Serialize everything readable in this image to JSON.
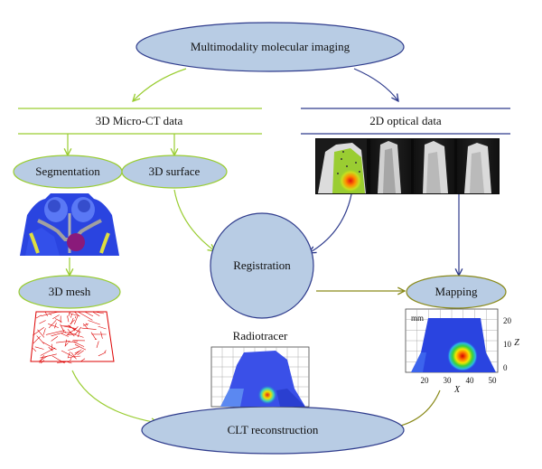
{
  "nodes": {
    "top": "Multimodality molecular imaging",
    "micro_ct": "3D Micro-CT data",
    "optical": "2D optical data",
    "segmentation": "Segmentation",
    "surface": "3D surface",
    "registration": "Registration",
    "mesh": "3D mesh",
    "mapping": "Mapping",
    "radiotracer": "Radiotracer",
    "clt": "CLT reconstruction"
  },
  "mapping_plot": {
    "unit": "mm",
    "x_label": "X",
    "z_label": "Z",
    "x_ticks": [
      "20",
      "30",
      "40",
      "50"
    ],
    "z_ticks": [
      "0",
      "10",
      "20"
    ]
  },
  "colors": {
    "ellipse_fill": "#b8cce4",
    "ellipse_stroke": "#6f8fbc",
    "green": "#9acd32",
    "navy": "#2e3b8c",
    "olive": "#8a8a1a",
    "mesh_red": "#dd0000",
    "phantom_blue": "#2a44e0"
  },
  "icons": [
    "grid-panel-icon",
    "heatmap-hotspot-icon",
    "mouse-optical-image-icon",
    "wireframe-mesh-icon",
    "segmented-ct-icon"
  ]
}
